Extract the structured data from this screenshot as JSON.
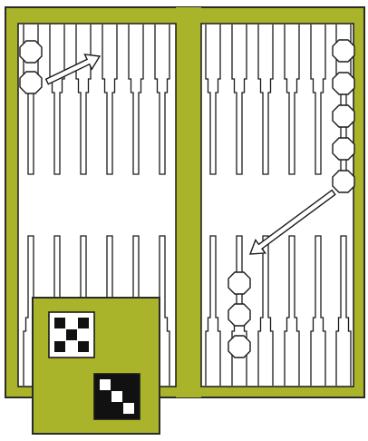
{
  "game": {
    "name": "",
    "colors": {
      "frame": "#a9b42a",
      "frame_edge": "#2b2b2b",
      "board": "#ffffff",
      "line": "#1a1a1a",
      "piece_fill": "#ffffff",
      "arrow": "#ffffff"
    },
    "checkers": {
      "top_left": {
        "point": 1,
        "count": 2,
        "color": "white"
      },
      "top_right": {
        "point": 12,
        "count": 5,
        "color": "white"
      },
      "bottom_right": {
        "point": 16,
        "count": 3,
        "color": "white"
      }
    },
    "moves": [
      {
        "from": "top-left-checkers",
        "to": "top-left-point-4",
        "direction": "up-right"
      },
      {
        "from": "top-right-checkers",
        "to": "bottom-right-checkers",
        "direction": "down-left"
      }
    ],
    "dice": [
      {
        "value": 5,
        "style": "white-die-black-pips"
      },
      {
        "value": 3,
        "style": "black-die-white-pips"
      }
    ]
  }
}
